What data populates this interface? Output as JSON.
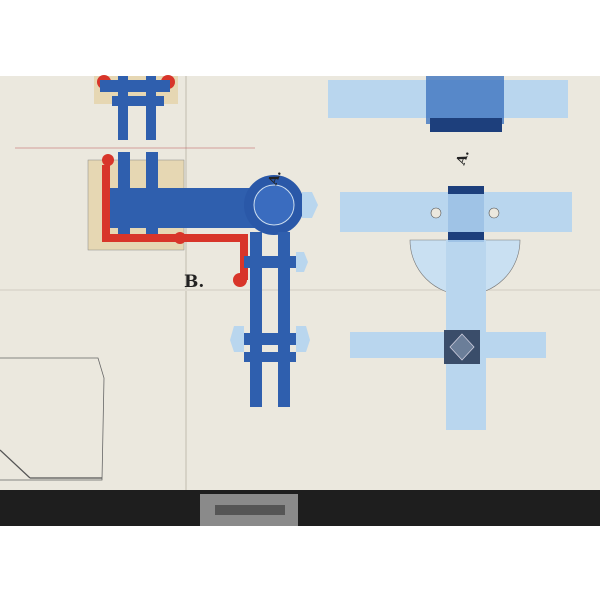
{
  "drawing": {
    "label_b": "B.",
    "label_a_left": "A.",
    "label_a_right": "A."
  },
  "colors": {
    "paper": "#ebe8de",
    "blue_dark": "#2f5fae",
    "blue_light": "#b9d6ee",
    "red": "#d8352a",
    "tan": "#e6d7b3",
    "frame": "#1e1e1e"
  }
}
